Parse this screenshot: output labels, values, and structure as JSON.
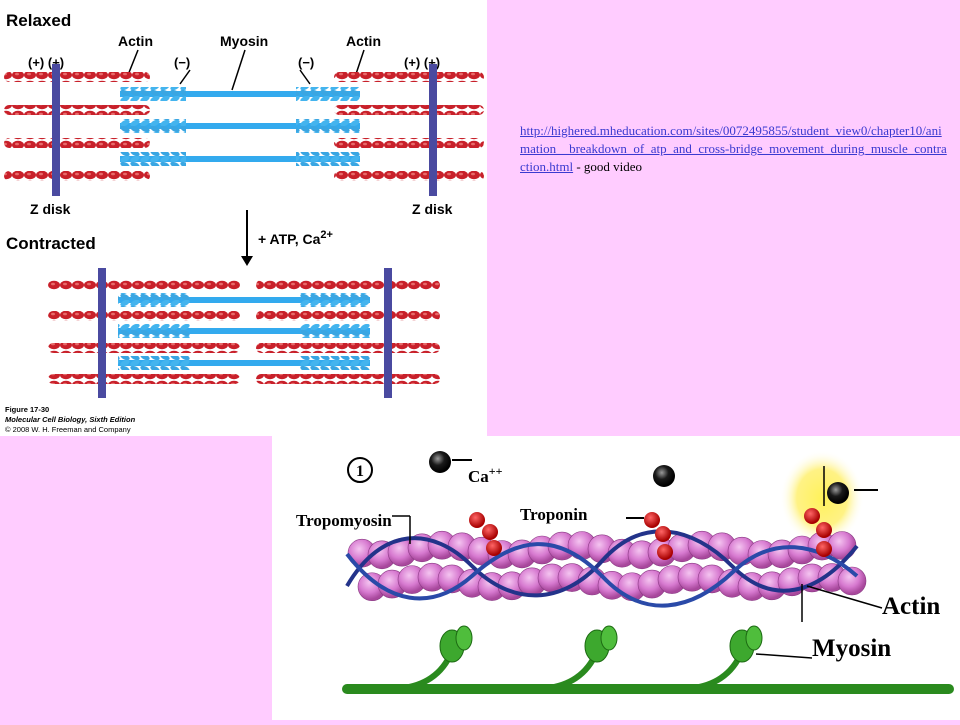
{
  "slide": {
    "colors": {
      "background": "#ffccff",
      "actin": "#cc2222",
      "myosin": "#33aaee",
      "z_disk": "#4a4aa0"
    }
  },
  "sarcomere_figure": {
    "relaxed_label": "Relaxed",
    "contracted_label": "Contracted",
    "actin_label_left": "Actin",
    "myosin_label": "Myosin",
    "actin_label_right": "Actin",
    "polarity": {
      "plus_plus_left": "(+)   (+)",
      "minus_left": "(−)",
      "minus_right": "(−)",
      "plus_plus_right": "(+)   (+)"
    },
    "z_disk_left": "Z disk",
    "z_disk_right": "Z disk",
    "arrow_label": "+ ATP, Ca",
    "arrow_label_sup": "2+",
    "caption_line1": "Figure 17-30",
    "caption_line2": "Molecular Cell Biology, Sixth Edition",
    "caption_line3": "© 2008 W. H. Freeman and Company"
  },
  "link": {
    "url_text": "http://highered.mheducation.com/sites/0072495855/student_view0/chapter10/animation__breakdown_of_atp_and_cross-bridge_movement_during_muscle_contraction.html",
    "suffix": " - good video"
  },
  "filament_figure": {
    "step_number": "1",
    "calcium_label": "Ca",
    "calcium_sup": "++",
    "tropomyosin_label": "Tropomyosin",
    "troponin_label": "Troponin",
    "actin_label": "Actin",
    "myosin_label": "Myosin"
  }
}
